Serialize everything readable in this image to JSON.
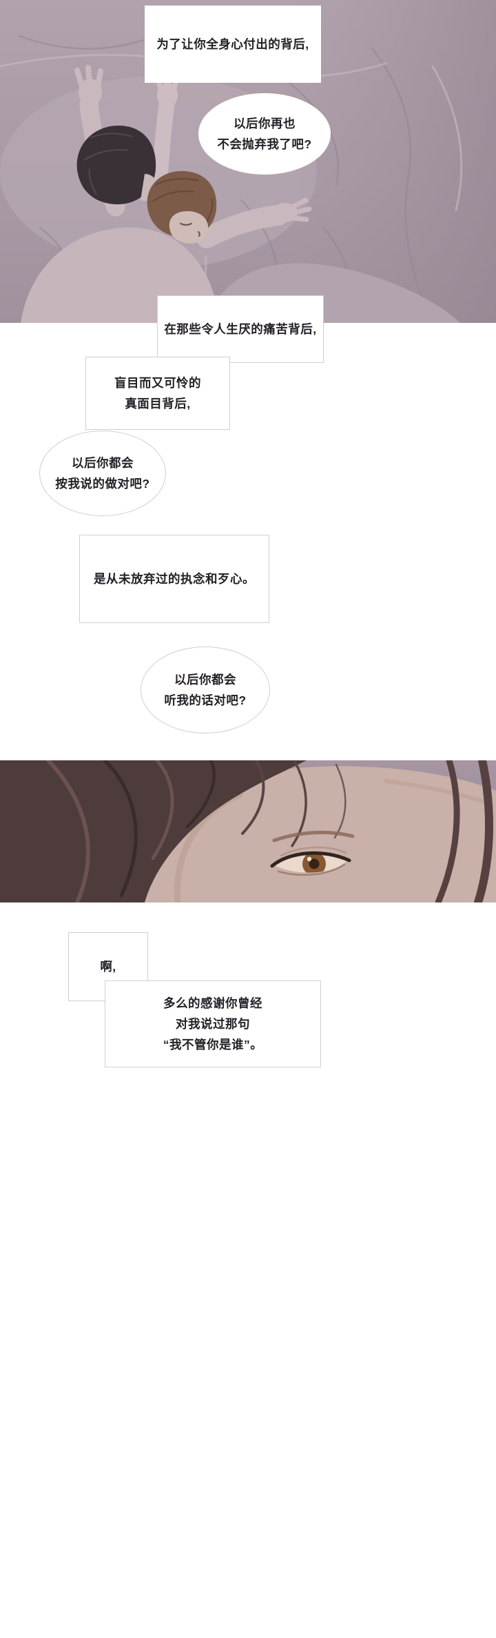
{
  "palette": {
    "panel-bg": "#a99aa6",
    "panel2-bg": "#a08f9c",
    "text-color": "#232027",
    "box-border": "#cfcfcf",
    "hair-dark": "#3a3037",
    "hair-brown": "#7c5b48",
    "skin": "#c9b9bf",
    "iris-brown": "#8a5733"
  },
  "panel1": {
    "caption": "为了让你全身心付出的背后,",
    "speech": "以后你再也\n不会抛弃我了吧?"
  },
  "narration": {
    "pain": "在那些令人生厌的痛苦背后,",
    "blind": "盲目而又可怜的\n真面目背后,",
    "speech_obey": "以后你都会\n按我说的做对吧?",
    "obsession": "是从未放弃过的执念和歹心。",
    "speech_listen": "以后你都会\n听我的话对吧?"
  },
  "bottom": {
    "ah": "啊,",
    "thanks": "多么的感谢你曾经\n对我说过那句\n“我不管你是谁”。"
  }
}
